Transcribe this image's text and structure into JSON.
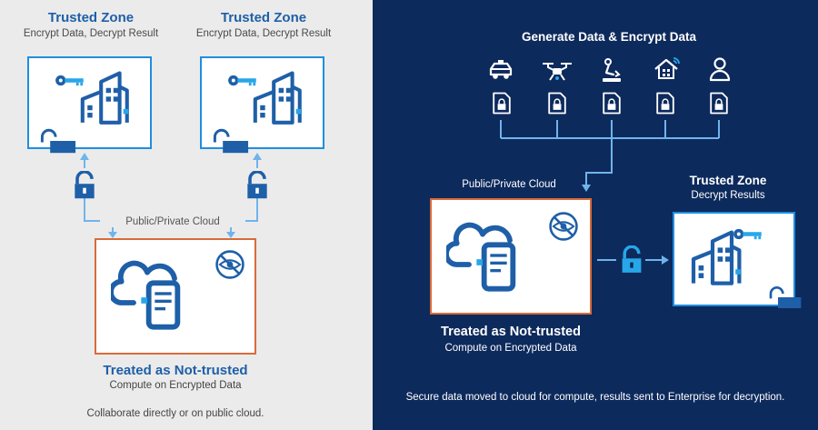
{
  "left": {
    "zone_left": {
      "title": "Trusted Zone",
      "subtitle": "Encrypt Data, Decrypt Result"
    },
    "zone_right": {
      "title": "Trusted Zone",
      "subtitle": "Encrypt Data, Decrypt Result"
    },
    "cloud_label": "Public/Private Cloud",
    "compute": {
      "title": "Treated as Not-trusted",
      "subtitle": "Compute on Encrypted Data"
    },
    "caption": "Collaborate directly or on public cloud."
  },
  "right": {
    "generate_title": "Generate Data & Encrypt Data",
    "sources": [
      {
        "icon": "car-icon"
      },
      {
        "icon": "drone-icon"
      },
      {
        "icon": "robot-arm-icon"
      },
      {
        "icon": "smart-home-icon"
      },
      {
        "icon": "person-icon"
      }
    ],
    "cloud_label": "Public/Private Cloud",
    "zone": {
      "title": "Trusted Zone",
      "subtitle": "Decrypt Results"
    },
    "compute": {
      "title": "Treated as Not-trusted",
      "subtitle": "Compute on Encrypted Data"
    },
    "caption": "Secure data moved to cloud for compute, results sent to Enterprise for decryption."
  },
  "colors": {
    "left_bg": "#ebebeb",
    "right_bg": "#0d2a5c",
    "accent_blue": "#1e5fa8",
    "line_blue": "#6fb4ec",
    "trusted_border": "#1f8ee0",
    "untrusted_border": "#d96b3a"
  }
}
